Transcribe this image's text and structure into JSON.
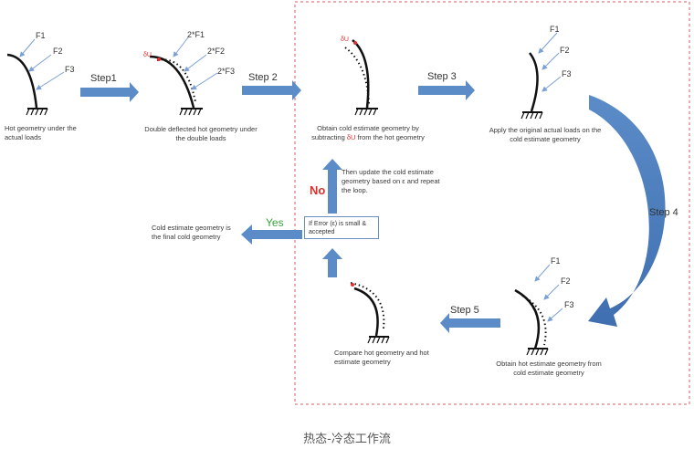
{
  "forces": {
    "f1": "F1",
    "f2": "F2",
    "f3": "F3",
    "df1": "2*F1",
    "df2": "2*F2",
    "df3": "2*F3"
  },
  "du": "δU",
  "steps": {
    "s1": "Step1",
    "s2": "Step 2",
    "s3": "Step 3",
    "s4": "Step 4",
    "s5": "Step 5"
  },
  "captions": {
    "hot": "Hot geometry under the actual loads",
    "double": "Double deflected hot geometry under the double loads",
    "cold_estimate_pre": "Obtain cold estimate geometry by subtracting ",
    "cold_estimate_post": " from the hot geometry",
    "apply_loads": "Apply the original actual loads on the cold estimate geometry",
    "hot_estimate": "Obtain hot estimate geometry from cold estimate geometry",
    "compare": "Compare hot geometry and hot estimate geometry",
    "update": "Then update the cold estimate geometry based on ε and repeat the loop.",
    "error_check": "If Error (ε) is small & accepted",
    "final": "Cold estimate geometry is the final cold geometry"
  },
  "decisions": {
    "no": "No",
    "yes": "Yes"
  },
  "footer": "热态-冷态工作流",
  "colors": {
    "arrow": "#5b8cc8",
    "loop_border": "#e0575b",
    "no": "#e0302a",
    "yes": "#38a33b",
    "du": "#e03030"
  }
}
